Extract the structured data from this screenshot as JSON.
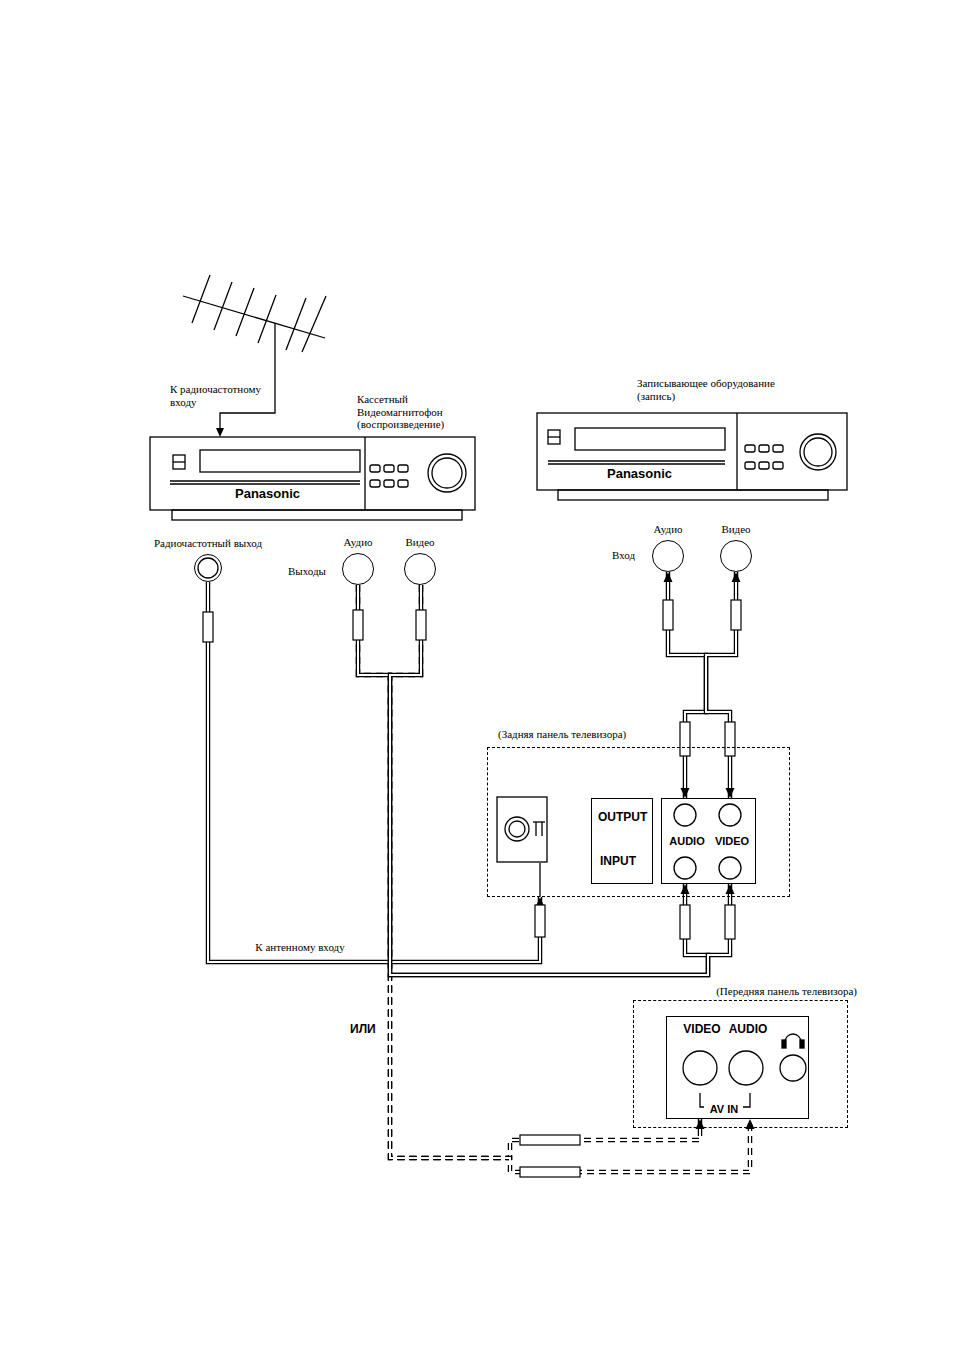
{
  "diagram": {
    "nodes": [
      {
        "text": [
          "Кассетный Видеомагнитофон (воспроизведение)",
          "Panasonic"
        ]
      },
      {
        "text": [
          "Записывающее оборудование (запись)",
          "Panasonic"
        ]
      },
      {
        "text": [
          "Радиочастотный выход"
        ]
      },
      {
        "text": [
          "Аудио"
        ]
      },
      {
        "text": [
          "Видео"
        ]
      },
      {
        "text": [
          "Аудио"
        ]
      },
      {
        "text": [
          "Видео"
        ]
      },
      {
        "text": [
          "(Задняя панель телевизора)"
        ]
      },
      {
        "text": [
          "OUTPUT",
          "INPUT"
        ],
        "in": 7
      },
      {
        "text": [
          "AUDIO",
          "VIDEO"
        ],
        "in": 7
      },
      {
        "text": [
          "(Передняя панель телевизора)"
        ]
      },
      {
        "text": [
          "VIDEO",
          "AUDIO",
          "AV IN"
        ],
        "in": 10
      }
    ],
    "edges": [
      {
        "from": 2,
        "to": 7,
        "label": "К антенному входу",
        "arrow": "to"
      },
      {
        "from": 3,
        "to": 9,
        "arrow": "to"
      },
      {
        "from": 4,
        "to": 9,
        "arrow": "to"
      },
      {
        "from": 3,
        "to": 11,
        "arrow": "to"
      },
      {
        "from": 4,
        "to": 11,
        "arrow": "to"
      },
      {
        "from": 9,
        "to": 5,
        "arrow": "both"
      },
      {
        "from": 9,
        "to": 6,
        "arrow": "both"
      }
    ],
    "labels": [
      "К радиочастотному входу",
      "Выходы",
      "Вход",
      "ИЛИ"
    ]
  }
}
